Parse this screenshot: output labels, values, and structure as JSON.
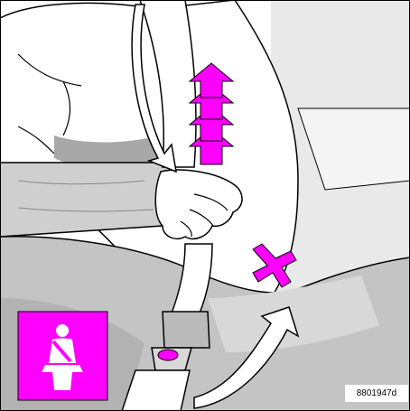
{
  "figure": {
    "code": "8801947d"
  },
  "colors": {
    "accent_magenta": "#ff00ff",
    "seat_gray": "#c9c9c9",
    "shadow_gray": "#9d9d9d",
    "light_gray": "#e6e6e6",
    "outline": "#000000"
  },
  "icons": {
    "seatbelt_warning": "seatbelt-warning-icon",
    "pull_arrows": "stacked-up-arrows",
    "cross_mark": "x-mark",
    "circular_arrow": "curved-arrow"
  }
}
